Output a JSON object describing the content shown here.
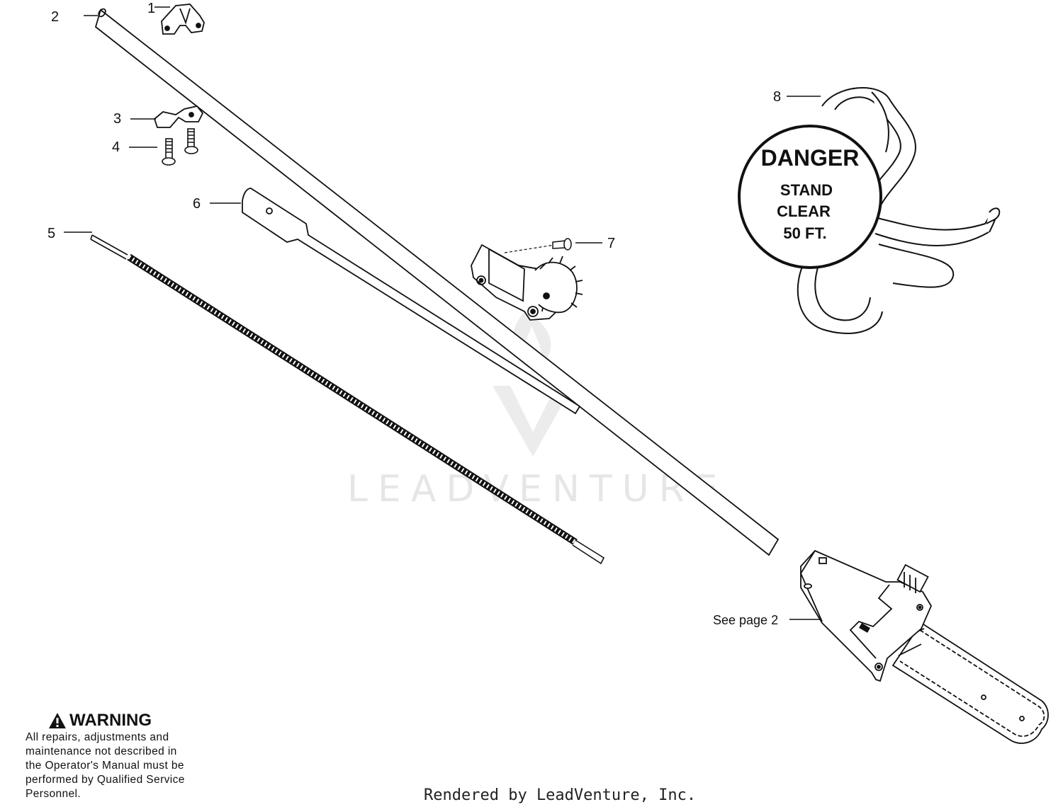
{
  "callouts": {
    "p1": "1",
    "p2": "2",
    "p3": "3",
    "p4": "4",
    "p5": "5",
    "p6": "6",
    "p7": "7",
    "p8": "8"
  },
  "reference_text": "See page 2",
  "danger_tag": {
    "title": "DANGER",
    "line1": "STAND",
    "line2": "CLEAR",
    "line3": "50 FT."
  },
  "warning": {
    "title": "WARNING",
    "icon": "warning-triangle-icon",
    "lines": [
      "All repairs, adjustments and",
      "maintenance not described in",
      "the Operator's Manual must be",
      "performed by Qualified Service",
      "Personnel."
    ]
  },
  "watermark": "LEADVENTURE",
  "footer": "Rendered by LeadVenture, Inc."
}
